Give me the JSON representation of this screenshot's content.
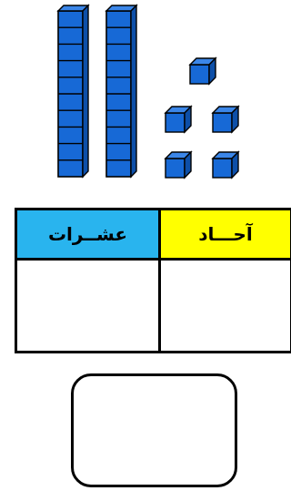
{
  "blocks": {
    "rods": 2,
    "units_per_rod": 10,
    "units": 5,
    "color": "#1769d6"
  },
  "table": {
    "tens_header": "عشــرات",
    "ones_header": "آحـــاد",
    "tens_color": "#29b4ee",
    "ones_color": "#ffff00"
  }
}
